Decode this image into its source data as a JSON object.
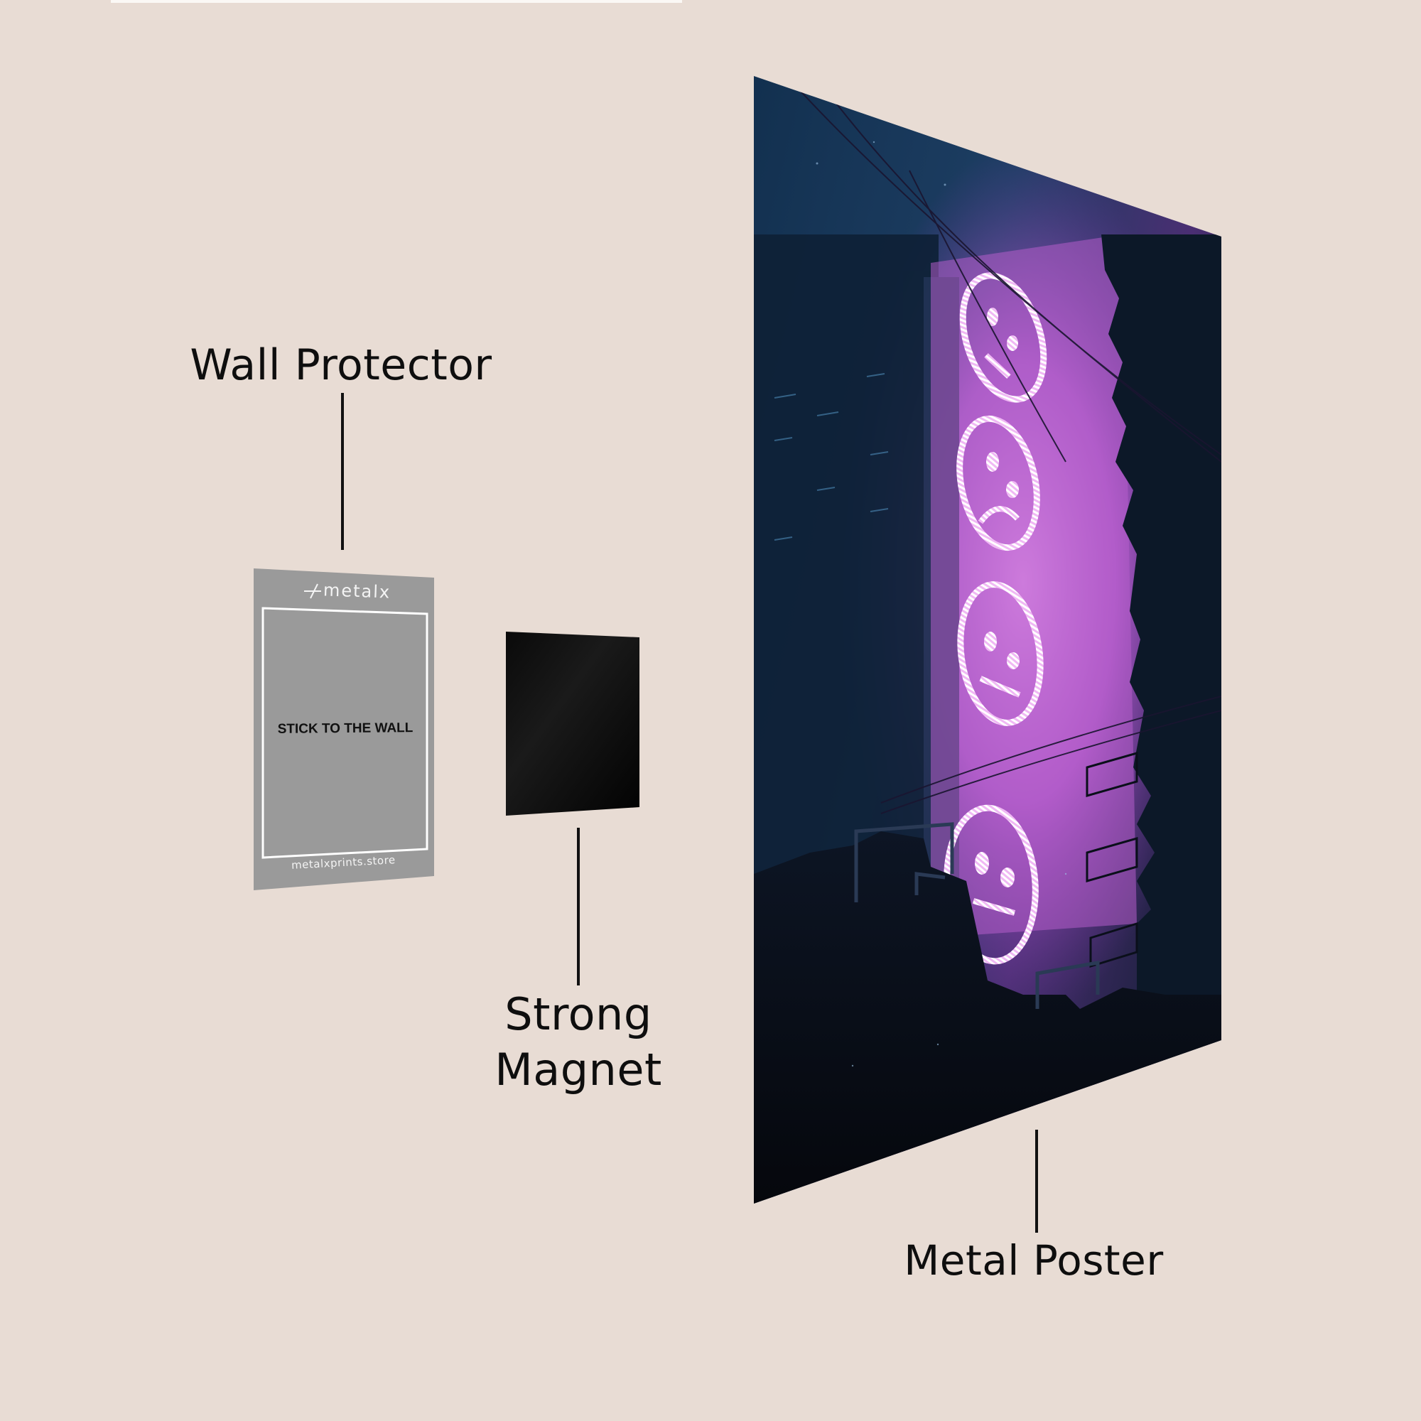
{
  "background_color": "#E8DCD4",
  "labels": {
    "wall_protector": "Wall Protector",
    "strong_magnet_line1": "Strong",
    "strong_magnet_line2": "Magnet",
    "metal_poster": "Metal Poster"
  },
  "wall_protector_card": {
    "brand_logo_text": "metalx",
    "instruction": "STICK TO THE WALL",
    "website": "metalxprints.store",
    "color": "#9A9A9A"
  },
  "magnet": {
    "color": "#050505"
  },
  "poster": {
    "description": "Cyberpunk city night scene with glowing pink neon sad-face signs on a tower",
    "neon_color": "#E889F0",
    "shadow_color": "#0A0D18",
    "sky_color": "#1B3A5C"
  }
}
